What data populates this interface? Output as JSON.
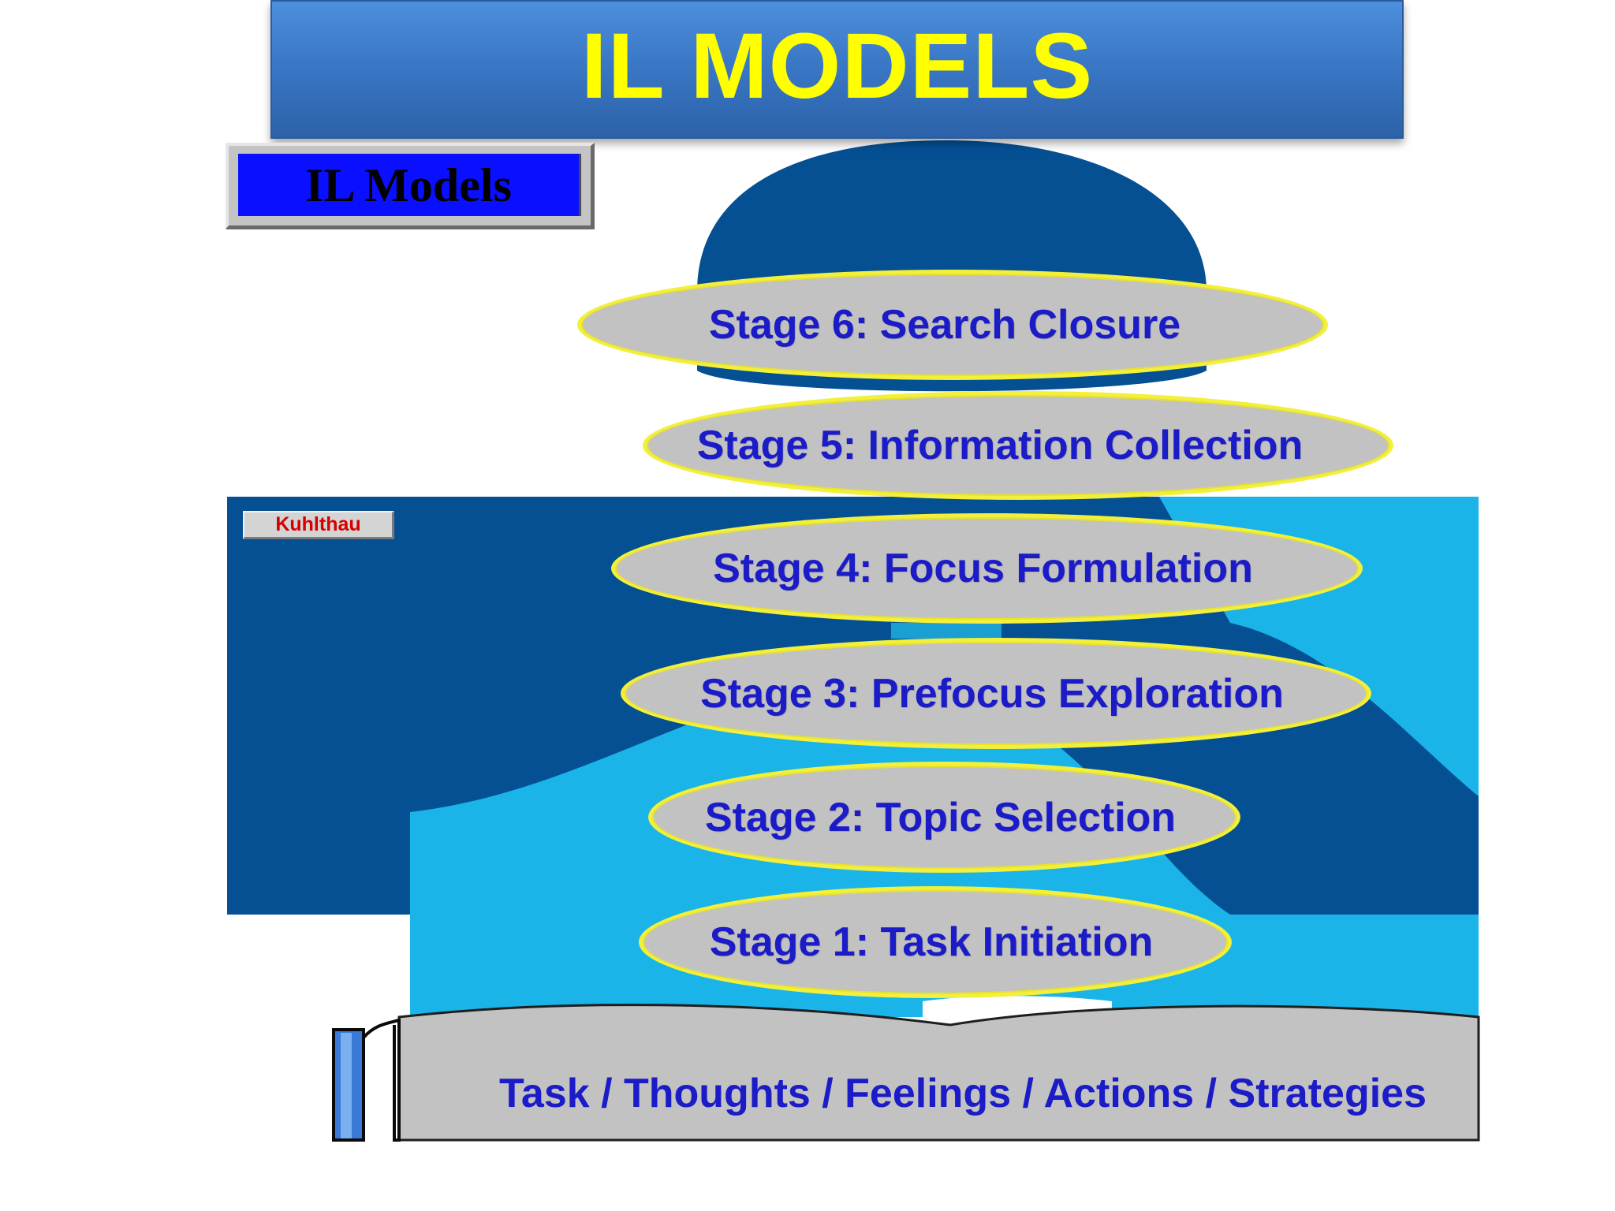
{
  "title": "IL MODELS",
  "badge": {
    "label": "IL Models"
  },
  "diagram": {
    "source_label": "Kuhlthau",
    "stages": [
      {
        "id": "stage6",
        "label": "Stage 6: Search Closure"
      },
      {
        "id": "stage5",
        "label": "Stage 5: Information Collection"
      },
      {
        "id": "stage4",
        "label": "Stage 4: Focus Formulation"
      },
      {
        "id": "stage3",
        "label": "Stage 3: Prefocus Exploration"
      },
      {
        "id": "stage2",
        "label": "Stage 2: Topic Selection"
      },
      {
        "id": "stage1",
        "label": "Stage 1: Task Initiation"
      }
    ],
    "base_label": "Task / Thoughts / Feelings / Actions / Strategies"
  },
  "colors": {
    "title_text": "#ffff00",
    "banner_blue": "#3a78c6",
    "dark_blue": "#054f93",
    "light_blue": "#1ab4e8",
    "stage_fill": "#c2c2c2",
    "stage_border": "#f2f03a",
    "stage_text": "#1b1bc8",
    "kuhlthau_text": "#d60000"
  }
}
